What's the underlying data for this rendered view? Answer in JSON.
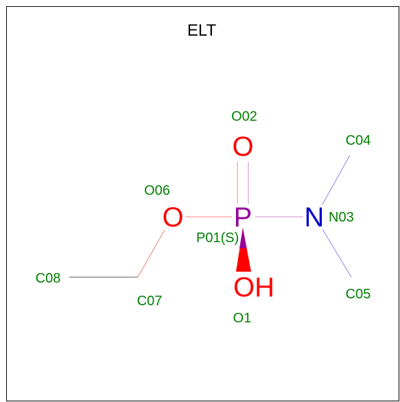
{
  "title": "ELT",
  "colors": {
    "carbon_label": "#008000",
    "oxygen": "#ff0000",
    "nitrogen": "#0000cc",
    "phosphorus": "#990099",
    "bond_carbon": "#555555",
    "bond_ox": "#f08080",
    "bond_p": "#cc88cc",
    "bond_n": "#8888ee",
    "wedge": "#ff0000"
  },
  "atoms": [
    {
      "id": "P01",
      "symbol": "P",
      "label": "P01(S)"
    },
    {
      "id": "O02",
      "symbol": "O",
      "label": "O02"
    },
    {
      "id": "N03",
      "symbol": "N",
      "label": "N03"
    },
    {
      "id": "C04",
      "symbol": "",
      "label": "C04"
    },
    {
      "id": "C05",
      "symbol": "",
      "label": "C05"
    },
    {
      "id": "O06",
      "symbol": "O",
      "label": "O06"
    },
    {
      "id": "C07",
      "symbol": "",
      "label": "C07"
    },
    {
      "id": "C08",
      "symbol": "",
      "label": "C08"
    },
    {
      "id": "O1",
      "symbol": "OH",
      "label": "O1"
    }
  ]
}
